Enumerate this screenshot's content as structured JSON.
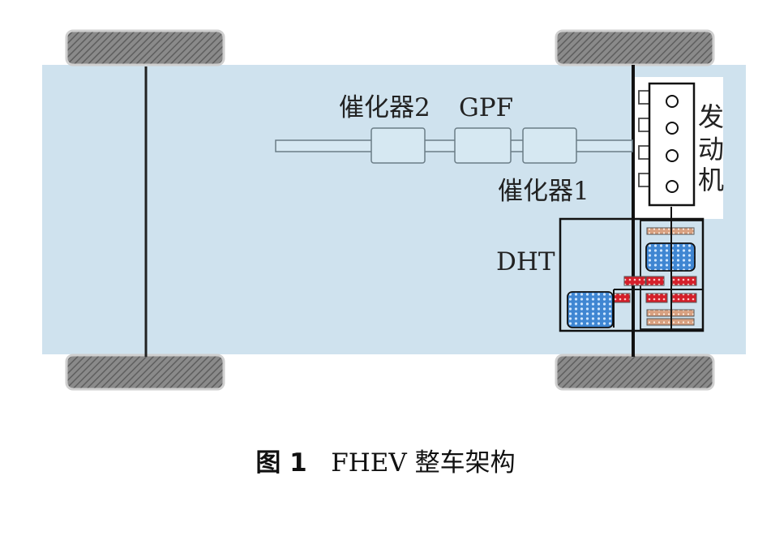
{
  "diagram": {
    "labels": {
      "catalyst2": "催化器2",
      "gpf": "GPF",
      "catalyst1": "催化器1",
      "engine": [
        "发",
        "动",
        "机"
      ],
      "dht": "DHT"
    }
  },
  "caption": {
    "figure_no": "图 1",
    "title": "FHEV 整车架构"
  },
  "colors": {
    "body_fill": "#cfe2ee",
    "tire_fill": "#7a7a7a",
    "battery_blue": "#4a8fd6",
    "gear_red": "#d9202a",
    "gear_tan": "#d9a98a",
    "line": "#111111"
  }
}
